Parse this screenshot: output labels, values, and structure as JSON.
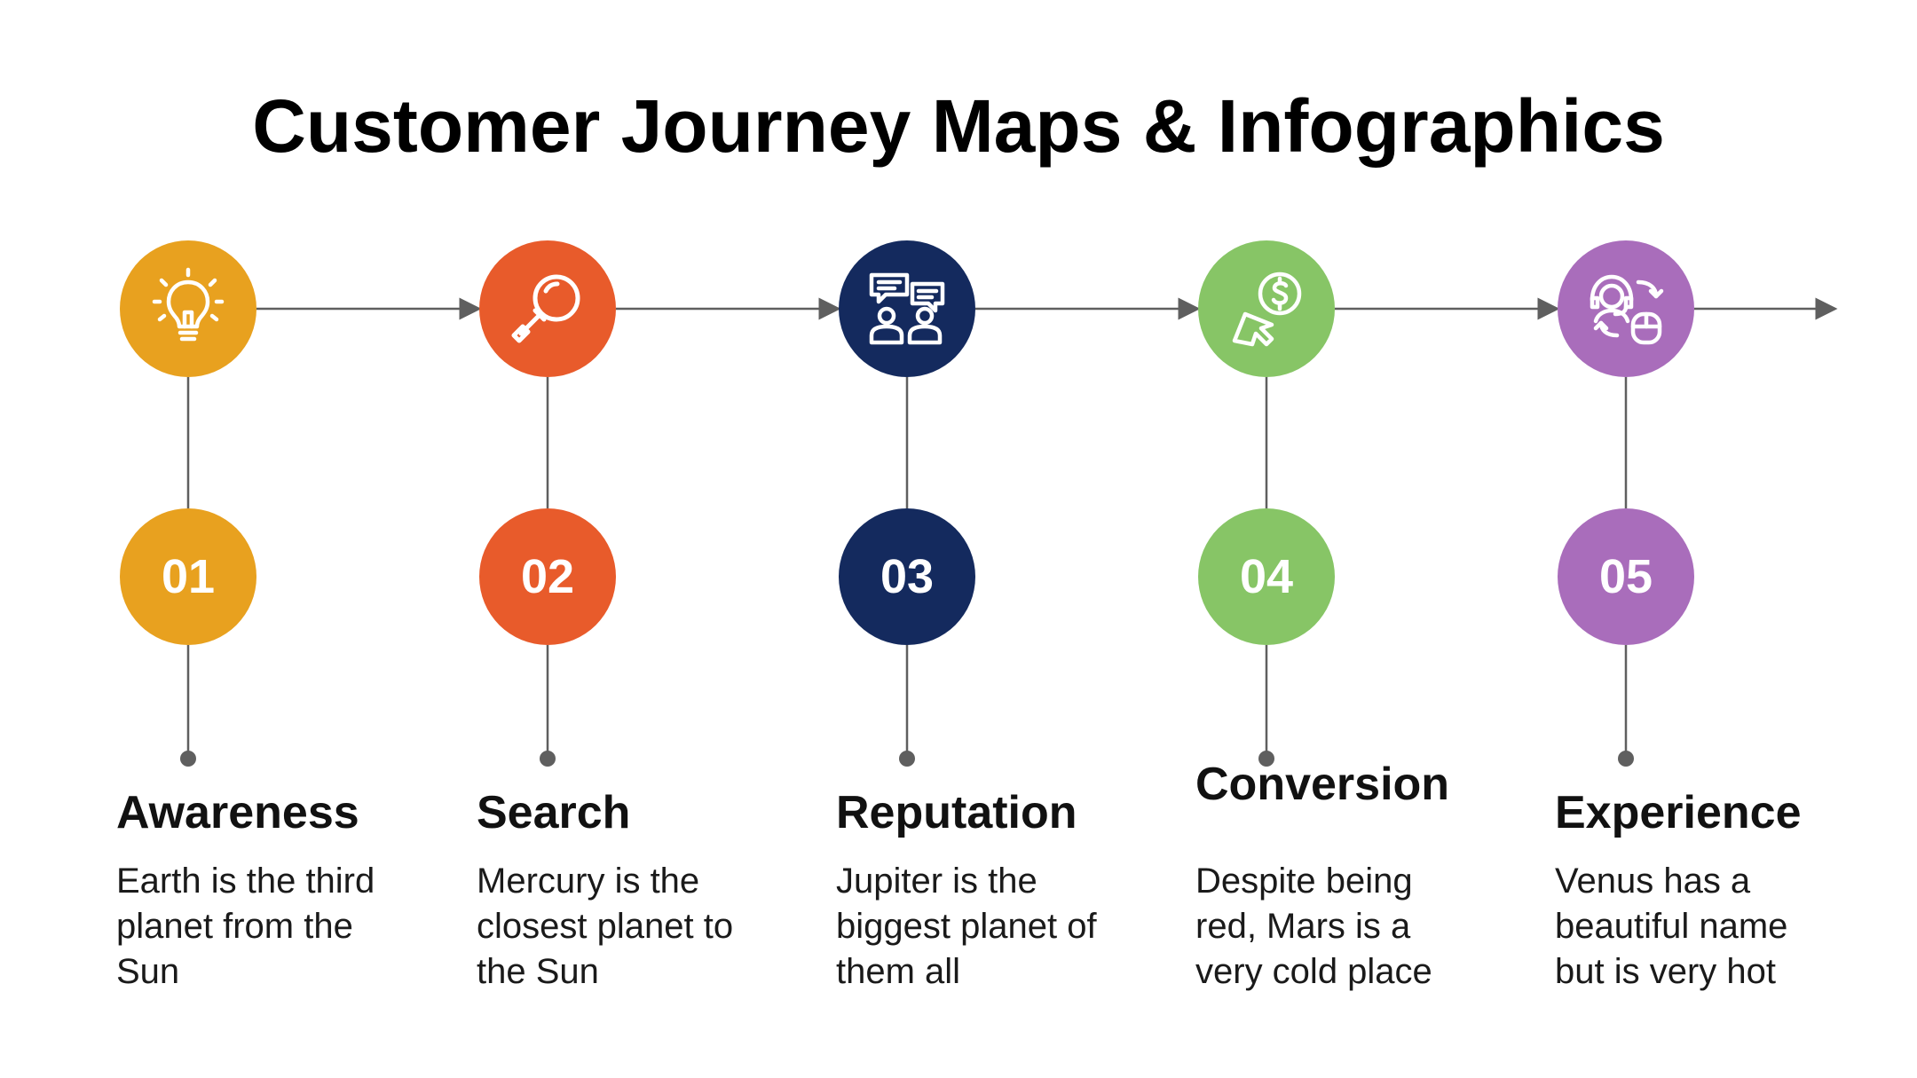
{
  "title": "Customer Journey Maps & Infographics",
  "colors": {
    "line": "#5f5f5f",
    "awareness": "#E8A11F",
    "search": "#E85B2B",
    "reputation": "#142A5E",
    "conversion": "#87C566",
    "experience": "#A96DBB"
  },
  "steps": [
    {
      "number": "01",
      "heading": "Awareness",
      "description": "Earth is the third planet from the Sun",
      "icon": "lightbulb-icon",
      "color": "#E8A11F"
    },
    {
      "number": "02",
      "heading": "Search",
      "description": "Mercury is the closest planet to the Sun",
      "icon": "magnifier-icon",
      "color": "#E85B2B"
    },
    {
      "number": "03",
      "heading": "Reputation",
      "description": "Jupiter is the biggest planet of them all",
      "icon": "group-chat-icon",
      "color": "#142A5E"
    },
    {
      "number": "04",
      "heading": "Conversion",
      "description": "Despite being red, Mars is a very cold place",
      "icon": "cursor-dollar-icon",
      "color": "#87C566"
    },
    {
      "number": "05",
      "heading": "Experience",
      "description": "Venus has a beautiful name but is very hot",
      "icon": "customer-support-icon",
      "color": "#A96DBB"
    }
  ]
}
